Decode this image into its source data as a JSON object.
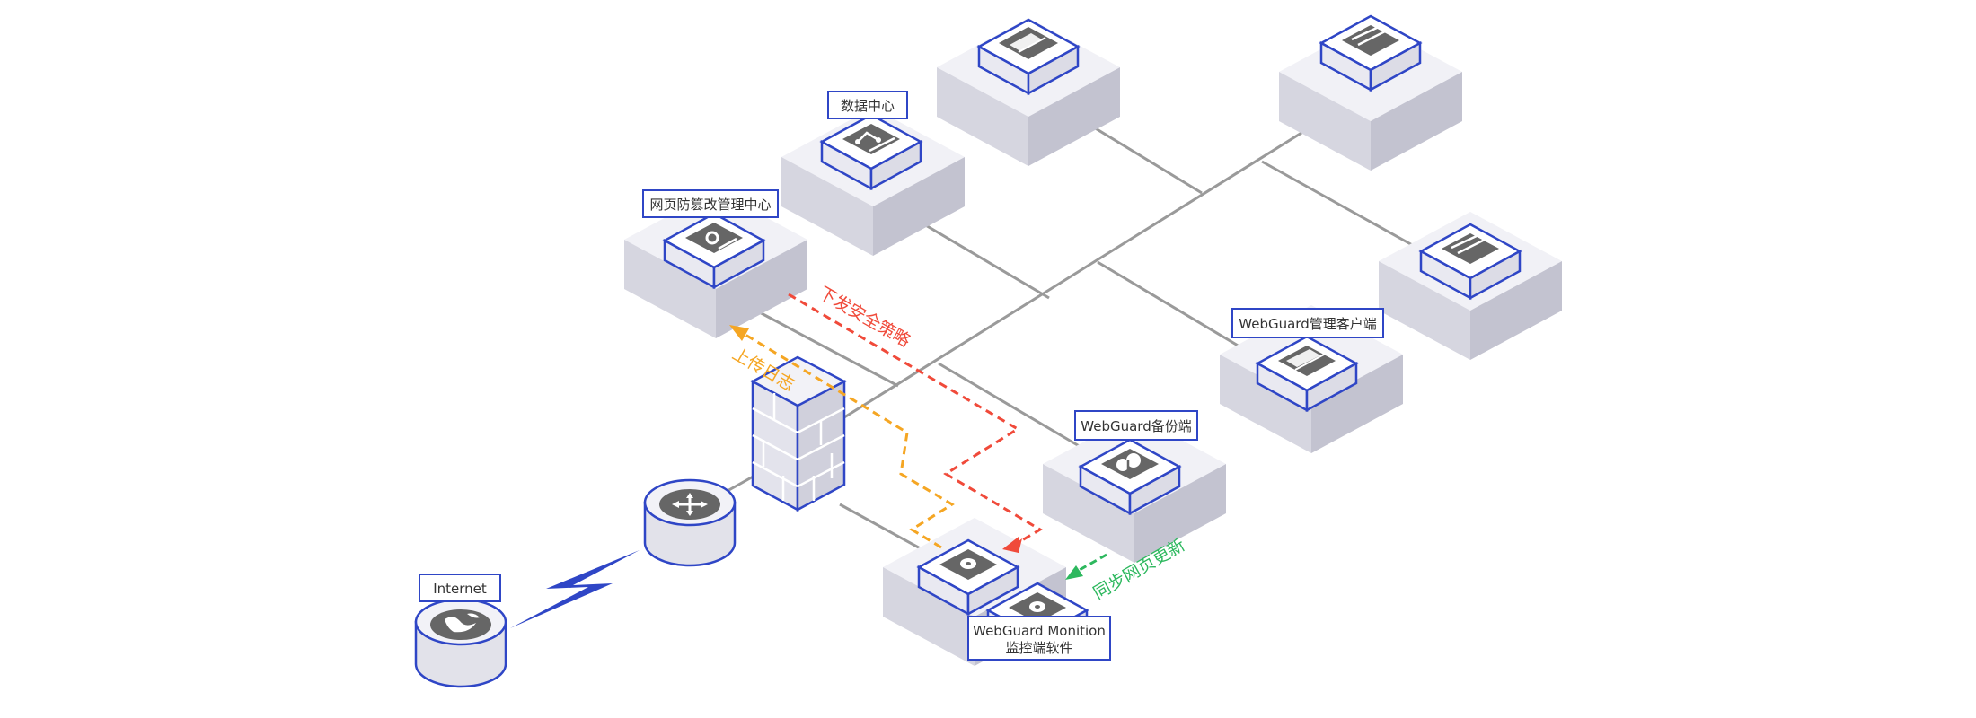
{
  "labels": {
    "data_center": "数据中心",
    "mgmt_center": "网页防篡改管理中心",
    "client": "WebGuard管理客户端",
    "backup": "WebGuard备份端",
    "internet": "Internet",
    "monitor_line1": "WebGuard Monition",
    "monitor_line2": "监控端软件"
  },
  "flows": {
    "issue_policy": "下发安全策略",
    "upload_log": "上传日志",
    "sync_update": "同步网页更新"
  },
  "colors": {
    "accent_blue": "#2f46c6",
    "flow_red": "#f04a3a",
    "flow_orange": "#f5a623",
    "flow_green": "#2db85e",
    "link_gray": "#9a9a9a",
    "tile_top": "#f1f1f6",
    "tile_left": "#d6d6e0",
    "tile_right": "#c3c3d0",
    "icon_gray": "#666666"
  },
  "icons": {
    "data_center": "branch-icon",
    "mgmt_center": "gear-icon",
    "servers": "wallet-icon",
    "backup": "cloud-upload-icon",
    "monitor": "disk-icon",
    "router": "router-arrows-icon",
    "internet": "globe-icon",
    "link": "lightning-icon"
  }
}
